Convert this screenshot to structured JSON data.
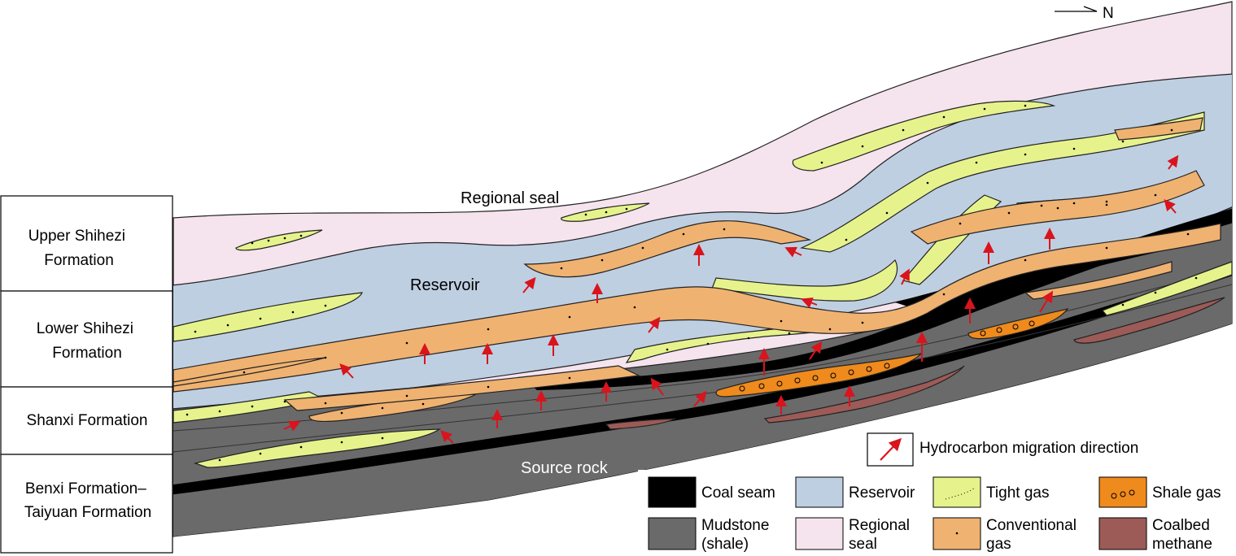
{
  "north_arrow": {
    "label": "N"
  },
  "formations": [
    {
      "lines": [
        "Upper Shihezi",
        "Formation"
      ]
    },
    {
      "lines": [
        "Lower Shihezi",
        "Formation"
      ]
    },
    {
      "lines": [
        "Shanxi Formation"
      ]
    },
    {
      "lines": [
        "Benxi Formation–",
        "Taiyuan Formation"
      ]
    }
  ],
  "layer_labels": {
    "regional_seal": "Regional seal",
    "reservoir": "Reservoir",
    "source_rock": "Source rock"
  },
  "legend": {
    "migration": "Hydrocarbon migration direction",
    "items": [
      {
        "key": "coal",
        "lines": [
          "Coal seam"
        ],
        "color": "#000000"
      },
      {
        "key": "reservoir",
        "lines": [
          "Reservoir"
        ],
        "color": "#bfcfe2"
      },
      {
        "key": "tight",
        "lines": [
          "Tight gas"
        ],
        "color": "#e6f38c"
      },
      {
        "key": "shale",
        "lines": [
          "Shale gas"
        ],
        "color": "#ef8a1c"
      },
      {
        "key": "mudstone",
        "lines": [
          "Mudstone",
          "(shale)"
        ],
        "color": "#6a6a6b"
      },
      {
        "key": "seal",
        "lines": [
          "Regional",
          "seal"
        ],
        "color": "#f5e3ee"
      },
      {
        "key": "conventional",
        "lines": [
          "Conventional",
          "gas"
        ],
        "color": "#efb271"
      },
      {
        "key": "cbm",
        "lines": [
          "Coalbed",
          "methane"
        ],
        "color": "#9c5b57"
      }
    ]
  },
  "colors": {
    "seal": "#f5e3ee",
    "reservoir": "#bfcfe2",
    "mudstone": "#6a6a6b",
    "coal": "#000000",
    "tight_gas": "#e6f38c",
    "conventional_gas": "#efb271",
    "shale_gas": "#ef8a1c",
    "coalbed_methane": "#9c5b57",
    "migration_arrow": "#d9141c"
  }
}
